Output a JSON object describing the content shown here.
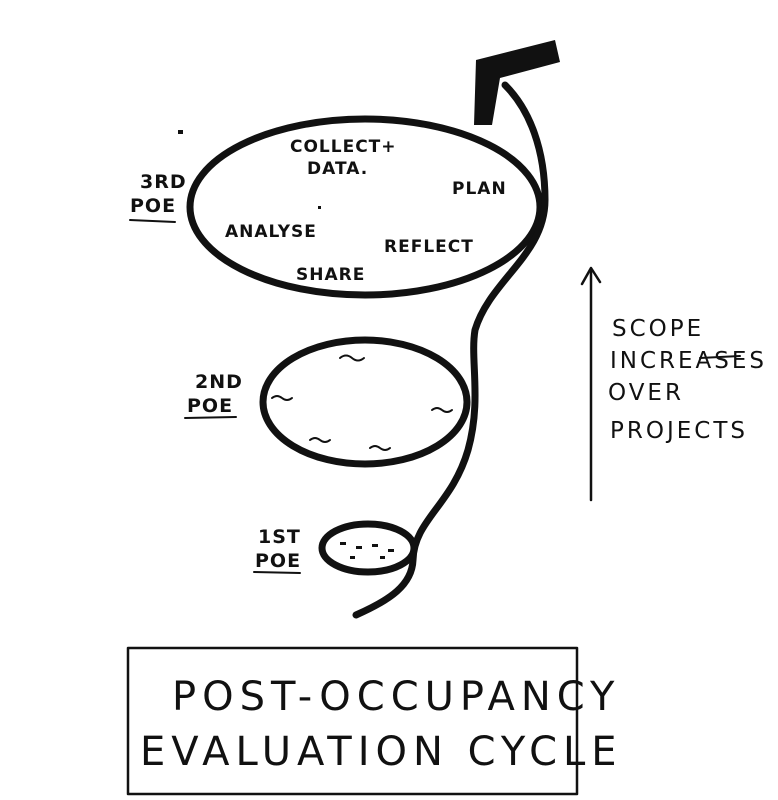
{
  "diagram": {
    "stages": [
      {
        "label_line1": "3RD",
        "label_line2": "POE"
      },
      {
        "label_line1": "2ND",
        "label_line2": "POE"
      },
      {
        "label_line1": "1ST",
        "label_line2": "POE"
      }
    ],
    "cycle_steps": {
      "collect_line1": "COLLECT+",
      "collect_line2": "DATA.",
      "plan": "PLAN",
      "analyse": "ANALYSE",
      "reflect": "REFLECT",
      "share": "SHARE"
    },
    "scope_note": [
      "SCOPE",
      "INCREASES",
      "OVER",
      "PROJECTS"
    ],
    "title_line1": "POST-OCCUPANCY",
    "title_line2": "EVALUATION CYCLE"
  }
}
